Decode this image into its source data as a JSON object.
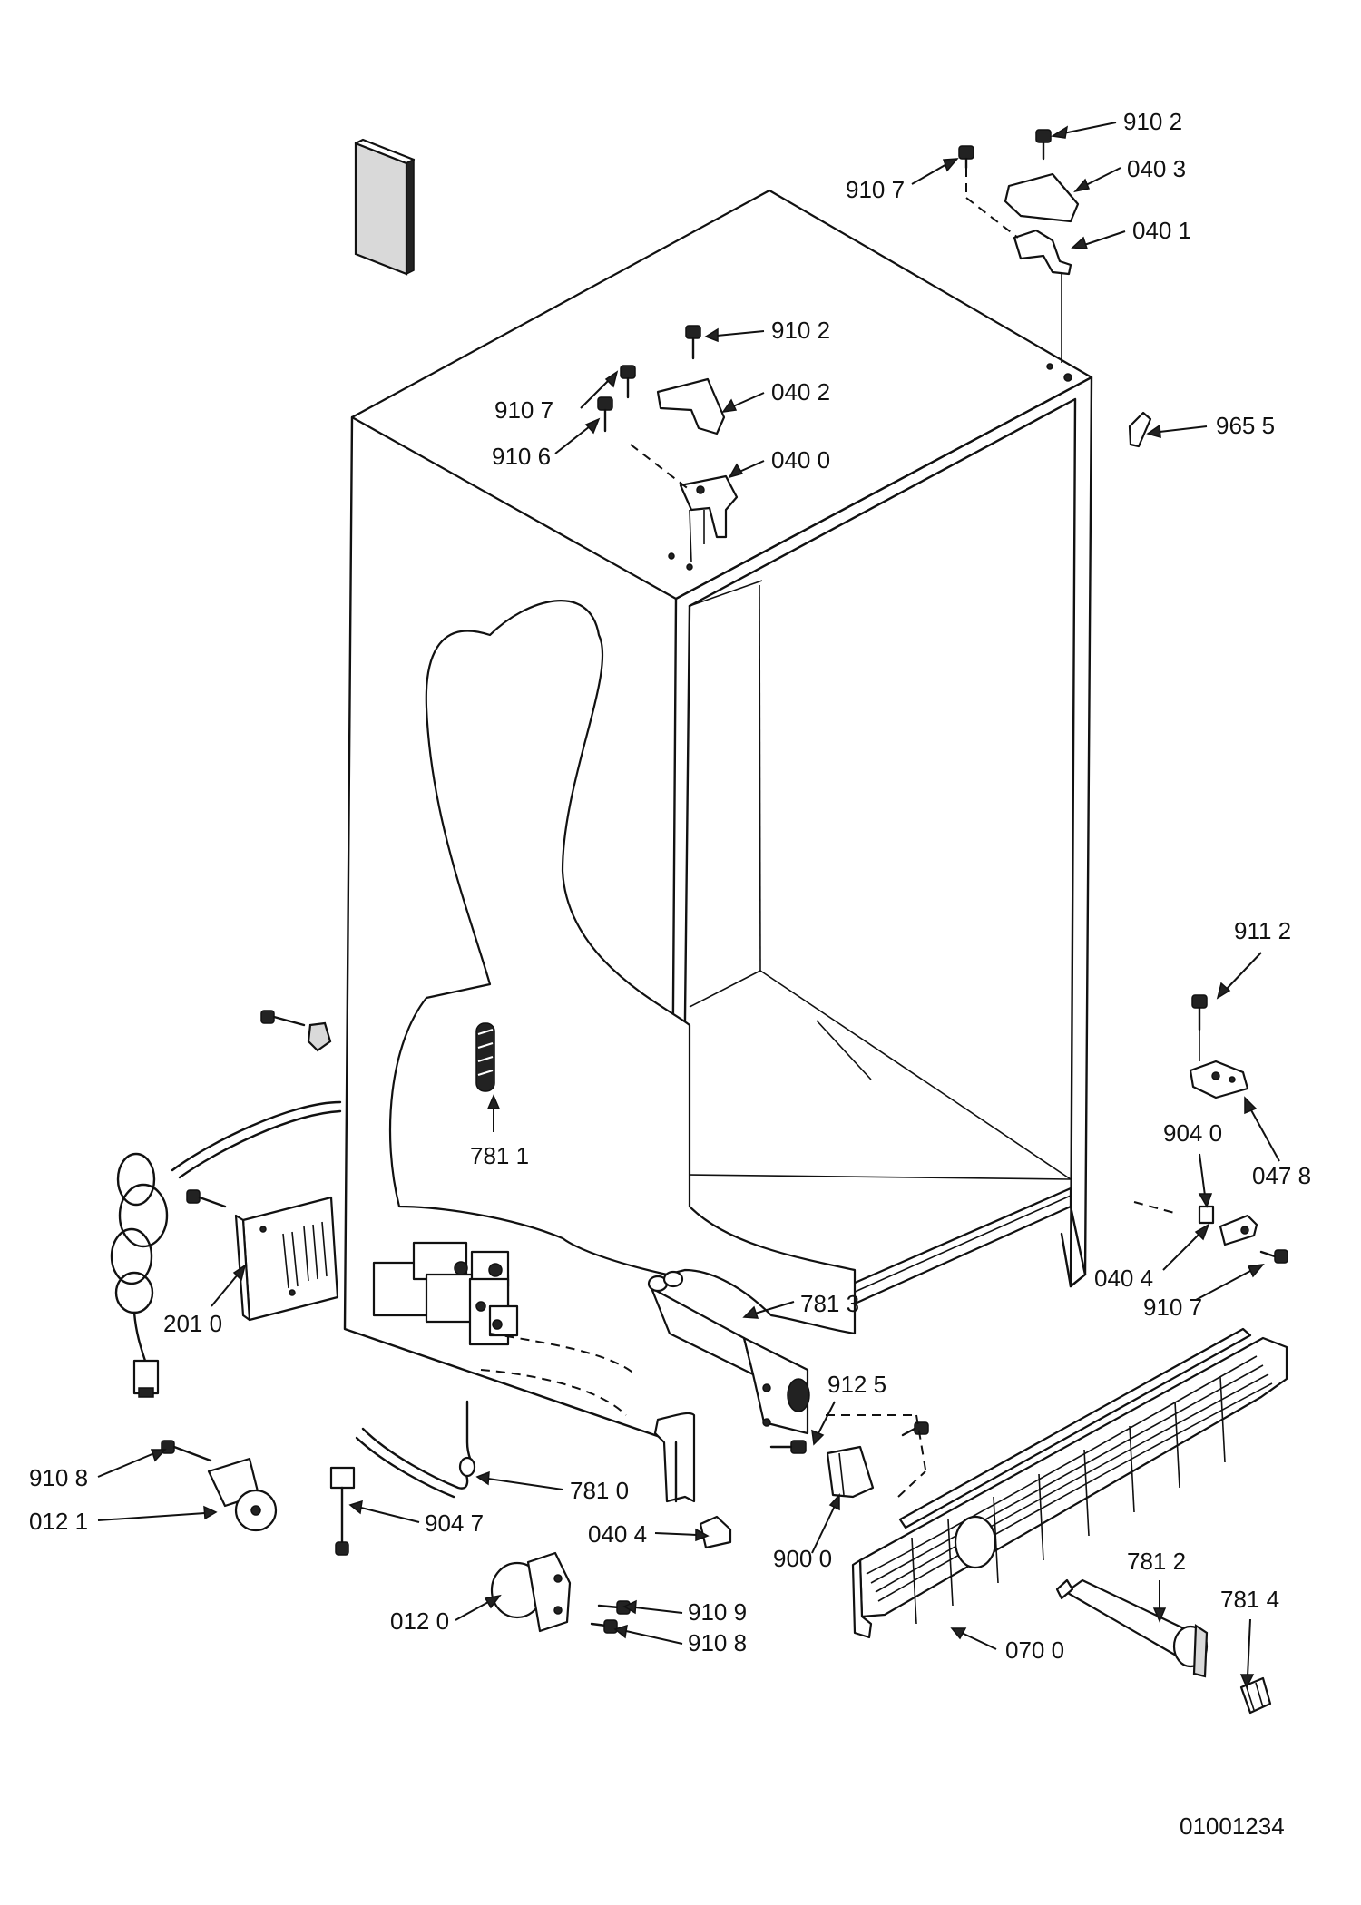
{
  "diagram_id": "01001234",
  "callouts": [
    {
      "key": "c_910_2_top",
      "label": "910 2"
    },
    {
      "key": "c_910_7_top",
      "label": "910 7"
    },
    {
      "key": "c_040_3",
      "label": "040 3"
    },
    {
      "key": "c_040_1",
      "label": "040 1"
    },
    {
      "key": "c_910_2_mid",
      "label": "910 2"
    },
    {
      "key": "c_910_7_mid",
      "label": "910 7"
    },
    {
      "key": "c_040_2",
      "label": "040 2"
    },
    {
      "key": "c_910_6",
      "label": "910 6"
    },
    {
      "key": "c_040_0",
      "label": "040 0"
    },
    {
      "key": "c_965_5",
      "label": "965 5"
    },
    {
      "key": "c_911_2",
      "label": "911  2"
    },
    {
      "key": "c_904_0",
      "label": "904 0"
    },
    {
      "key": "c_047_8",
      "label": "047 8"
    },
    {
      "key": "c_040_4_right",
      "label": "040 4"
    },
    {
      "key": "c_910_7_right",
      "label": "910 7"
    },
    {
      "key": "c_781_1",
      "label": "781 1"
    },
    {
      "key": "c_201_0",
      "label": "201 0"
    },
    {
      "key": "c_781_3",
      "label": "781 3"
    },
    {
      "key": "c_912_5",
      "label": "912 5"
    },
    {
      "key": "c_910_8_left",
      "label": "910 8"
    },
    {
      "key": "c_012_1",
      "label": "012 1"
    },
    {
      "key": "c_781_0",
      "label": "781 0"
    },
    {
      "key": "c_904_7",
      "label": "904 7"
    },
    {
      "key": "c_040_4_bottom",
      "label": "040 4"
    },
    {
      "key": "c_900_0",
      "label": "900 0"
    },
    {
      "key": "c_781_2",
      "label": "781 2"
    },
    {
      "key": "c_781_4",
      "label": "781 4"
    },
    {
      "key": "c_012_0",
      "label": "012 0"
    },
    {
      "key": "c_910_9",
      "label": "910 9"
    },
    {
      "key": "c_910_8_bottom",
      "label": "910 8"
    },
    {
      "key": "c_070_0",
      "label": "070 0"
    }
  ]
}
